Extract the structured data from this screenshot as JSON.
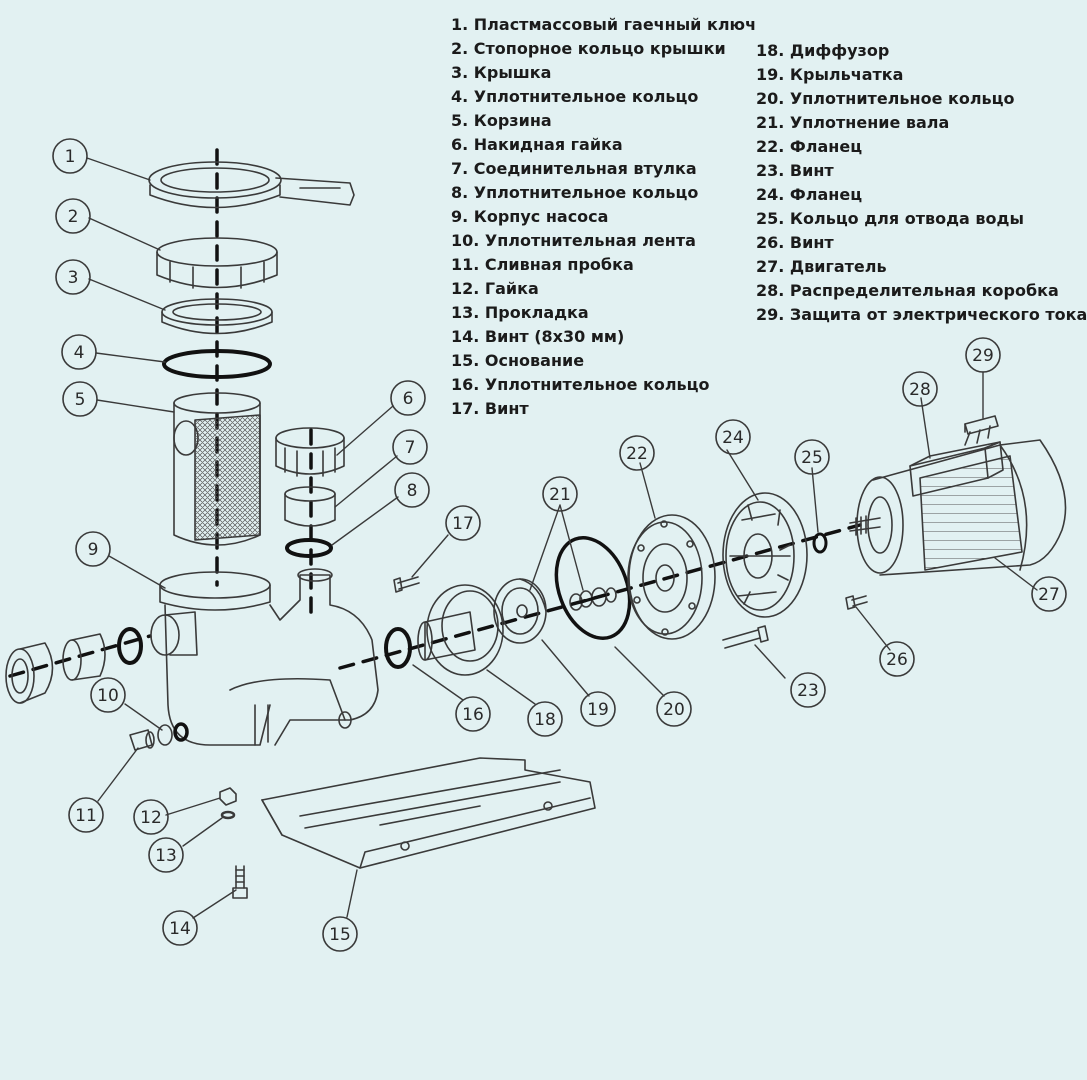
{
  "legend": {
    "left": [
      "1. Пластмассовый гаечный ключ",
      "2. Стопорное кольцо крышки",
      "3. Крышка",
      "4. Уплотнительное кольцо",
      "5. Корзина",
      "6. Накидная гайка",
      "7. Соединительная втулка",
      "8. Уплотнительное кольцо",
      "9. Корпус насоса",
      "10. Уплотнительная лента",
      "11. Сливная пробка",
      "12. Гайка",
      "13. Прокладка",
      "14. Винт (8x30 мм)",
      "15. Основание",
      "16. Уплотнительное кольцо",
      "17. Винт"
    ],
    "right": [
      "18. Диффузор",
      "19. Крыльчатка",
      "20. Уплотнительное кольцо",
      "21. Уплотнение вала",
      "22. Фланец",
      "23. Винт",
      "24. Фланец",
      "25. Кольцо для отвода воды",
      "26. Винт",
      "27. Двигатель",
      "28. Распределительная коробка",
      "29. Защита от электрического тока"
    ]
  },
  "callouts": [
    "1",
    "2",
    "3",
    "4",
    "5",
    "6",
    "7",
    "8",
    "9",
    "10",
    "11",
    "12",
    "13",
    "14",
    "15",
    "16",
    "17",
    "18",
    "19",
    "20",
    "21",
    "22",
    "23",
    "24",
    "25",
    "26",
    "27",
    "28",
    "29"
  ],
  "colors": {
    "background": "#e2f1f2",
    "line": "#3a3a3a",
    "axis": "#111111",
    "text": "#1b1b1b"
  }
}
